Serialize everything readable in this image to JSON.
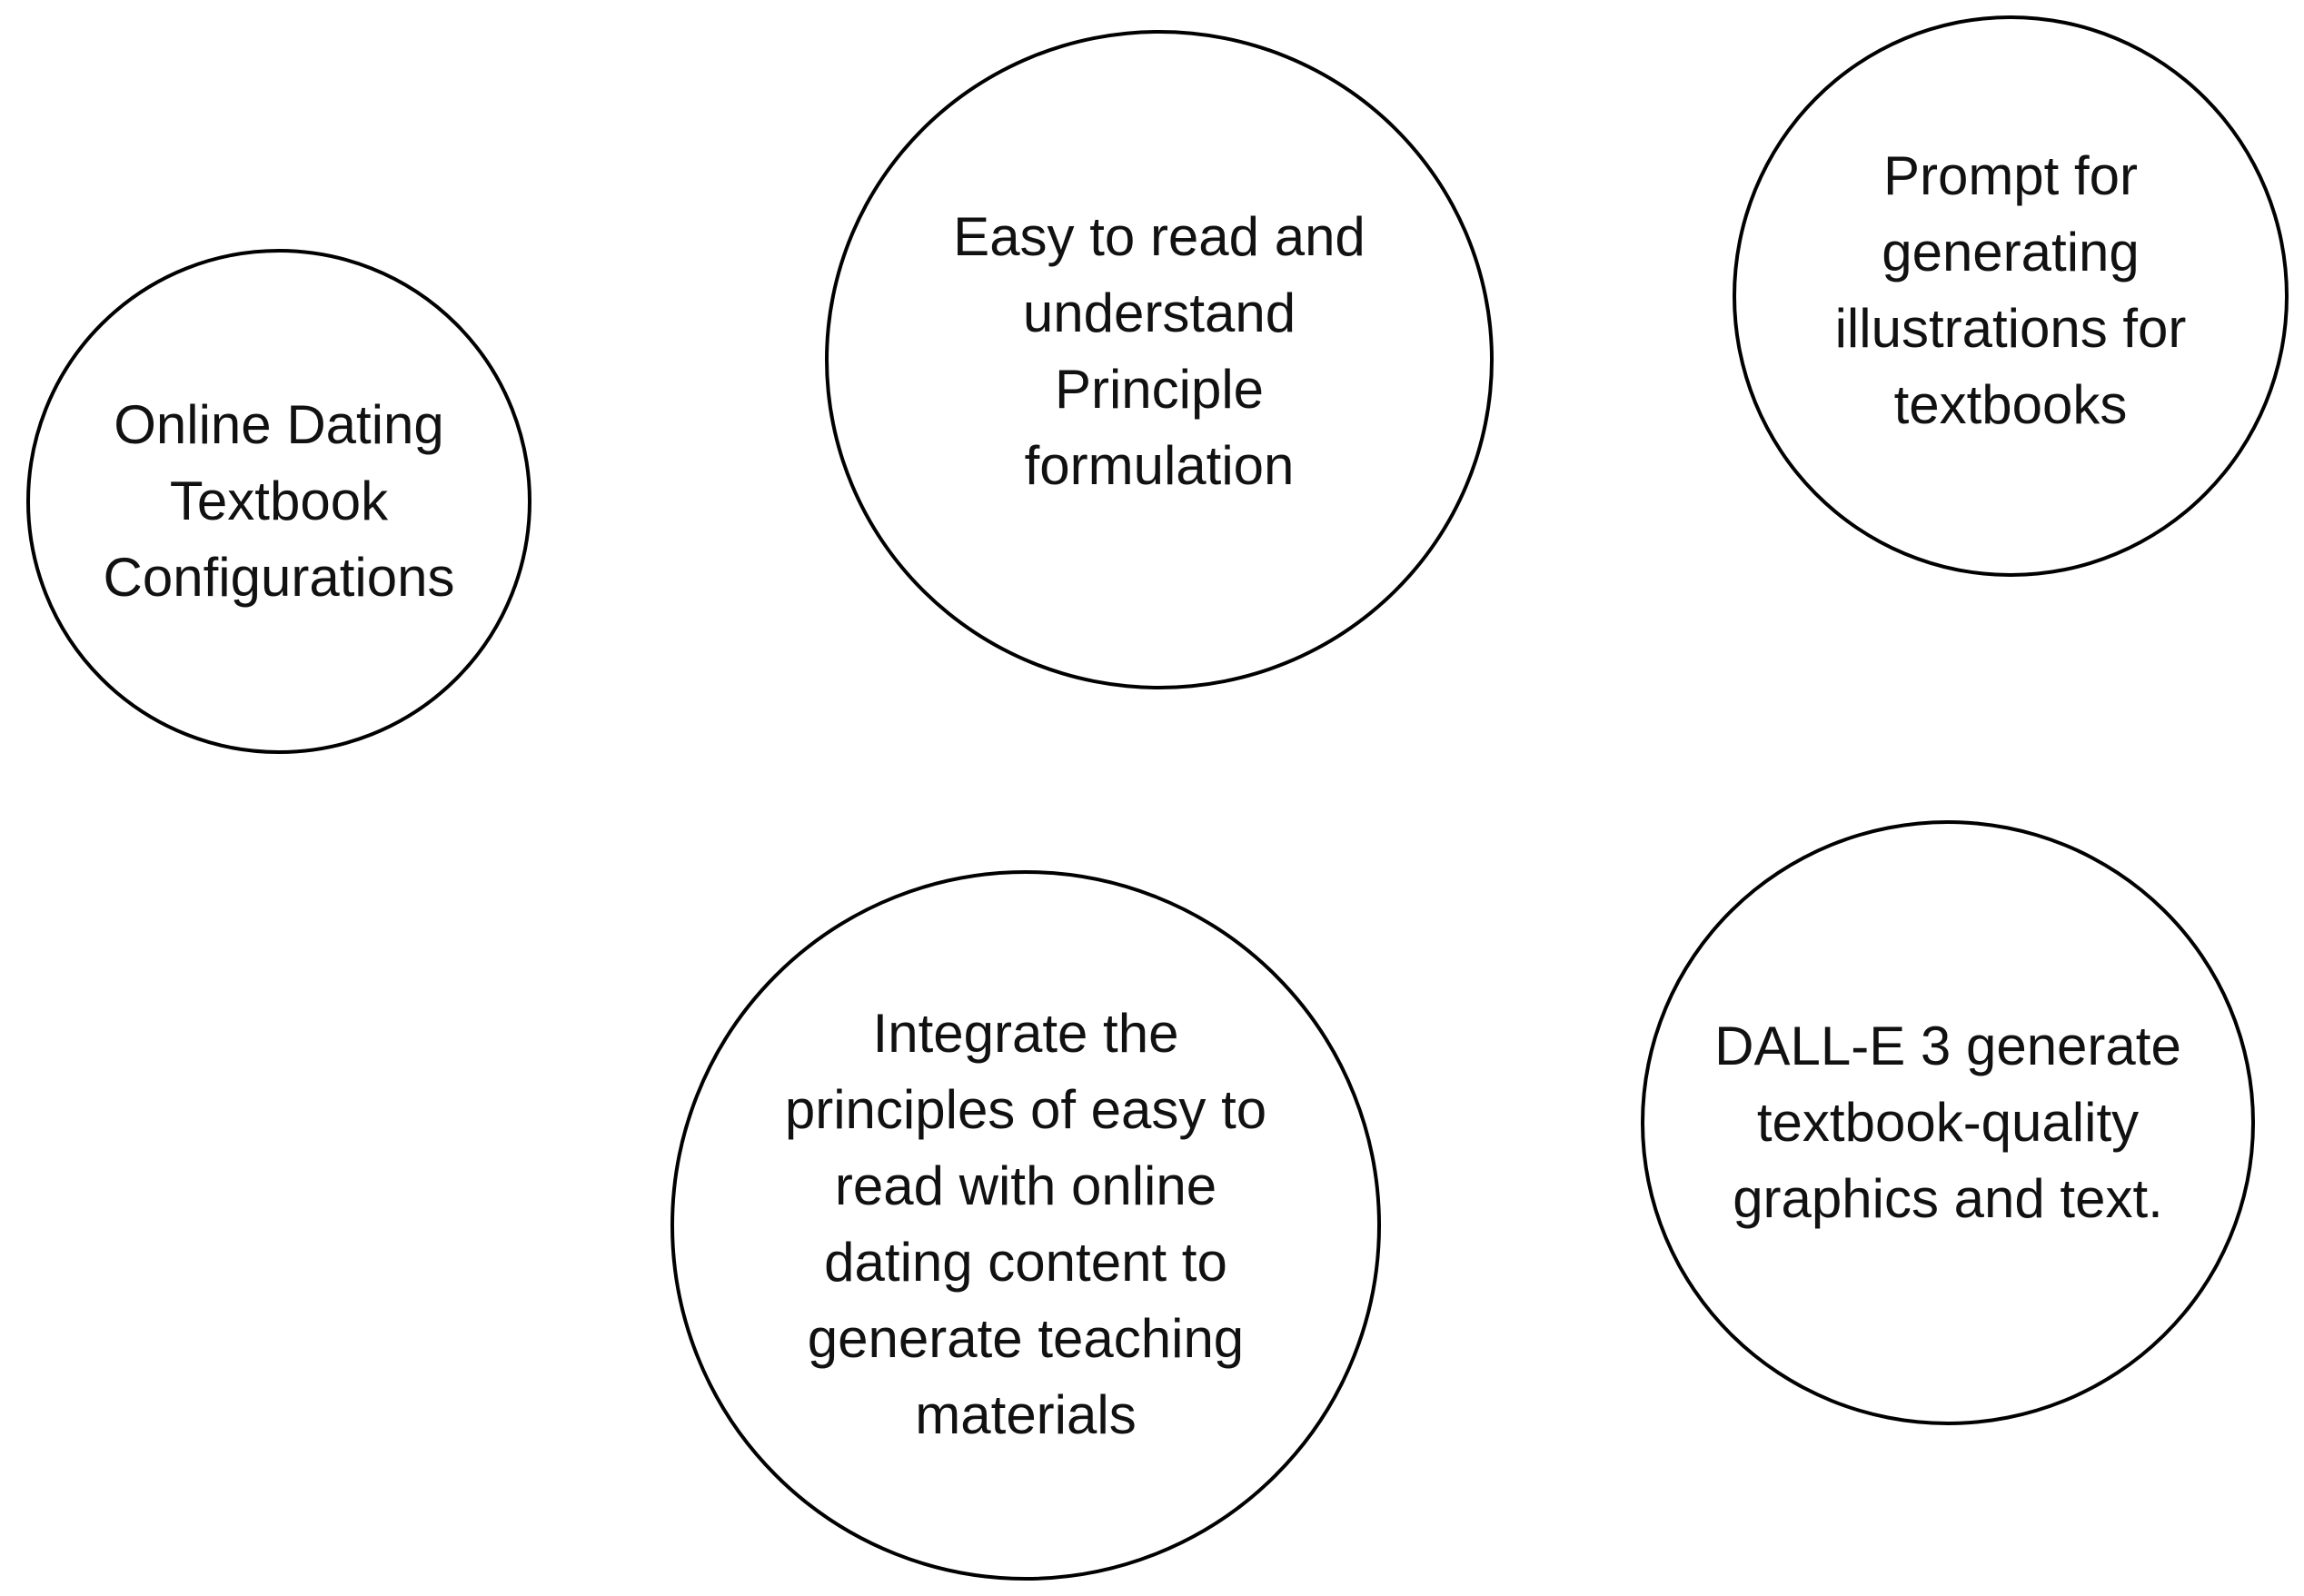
{
  "nodes": [
    {
      "id": "online-dating-textbook-configurations",
      "text": "Online Dating\nTextbook\nConfigurations"
    },
    {
      "id": "easy-to-read-principle-formulation",
      "text": "Easy to read and\nunderstand\nPrinciple\nformulation"
    },
    {
      "id": "prompt-for-illustrations",
      "text": "Prompt for\ngenerating\nillustrations for\ntextbooks"
    },
    {
      "id": "integrate-principles",
      "text": "Integrate the\nprinciples of easy to\nread with online\ndating content to\ngenerate teaching\nmaterials"
    },
    {
      "id": "dalle3-generate",
      "text": "DALL-E 3 generate\ntextbook-quality\ngraphics and text."
    }
  ],
  "style": {
    "border_color": "#000000",
    "text_color": "#111111",
    "background": "#ffffff"
  }
}
